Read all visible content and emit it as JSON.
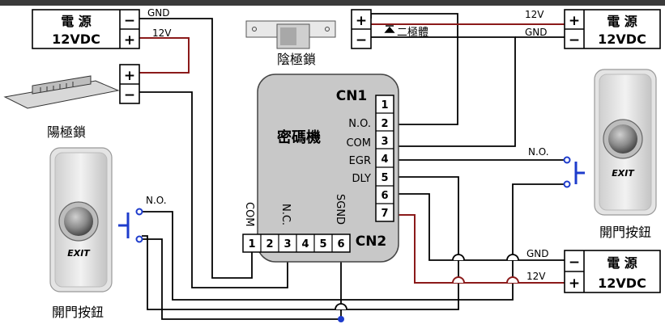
{
  "power": {
    "top_left": {
      "label": "電 源",
      "voltage": "12VDC",
      "neg": "−",
      "pos": "+"
    },
    "top_right": {
      "label": "電 源",
      "voltage": "12VDC",
      "pos": "+",
      "neg": "−"
    },
    "bottom_right": {
      "label": "電 源",
      "voltage": "12VDC",
      "neg": "−",
      "pos": "+"
    }
  },
  "wire_labels": {
    "gnd_top_left": "GND",
    "v12_top_left": "12V",
    "v12_top_right": "12V",
    "gnd_top_right": "GND",
    "gnd_bottom_right": "GND",
    "v12_bottom_right": "12V",
    "diode": "二極體",
    "no_left": "N.O.",
    "no_right": "N.O."
  },
  "locks": {
    "cathode": "陰極鎖",
    "anode": "陽極鎖"
  },
  "keypad": {
    "title": "密碼機",
    "cn1": "CN1",
    "cn2": "CN2",
    "cn1_pins": [
      {
        "num": "1",
        "label": ""
      },
      {
        "num": "2",
        "label": "N.O."
      },
      {
        "num": "3",
        "label": "COM"
      },
      {
        "num": "4",
        "label": "EGR"
      },
      {
        "num": "5",
        "label": "DLY"
      },
      {
        "num": "6",
        "label": "SGND"
      },
      {
        "num": "7",
        "label": ""
      }
    ],
    "cn2_pins": [
      {
        "num": "1",
        "label": "COM"
      },
      {
        "num": "2",
        "label": ""
      },
      {
        "num": "3",
        "label": "N.C."
      },
      {
        "num": "4",
        "label": ""
      },
      {
        "num": "5",
        "label": ""
      },
      {
        "num": "6",
        "label": ""
      }
    ]
  },
  "exit_buttons": {
    "left": {
      "label": "開門按鈕",
      "badge": "EXIT"
    },
    "right": {
      "label": "開門按鈕",
      "badge": "EXIT"
    }
  },
  "colors": {
    "red_wire": "#8b1a1a",
    "black_wire": "#000000",
    "node": "#1e3ccc",
    "keypad_body": "#c8c8c8",
    "button_body": "#e4e4e4"
  }
}
